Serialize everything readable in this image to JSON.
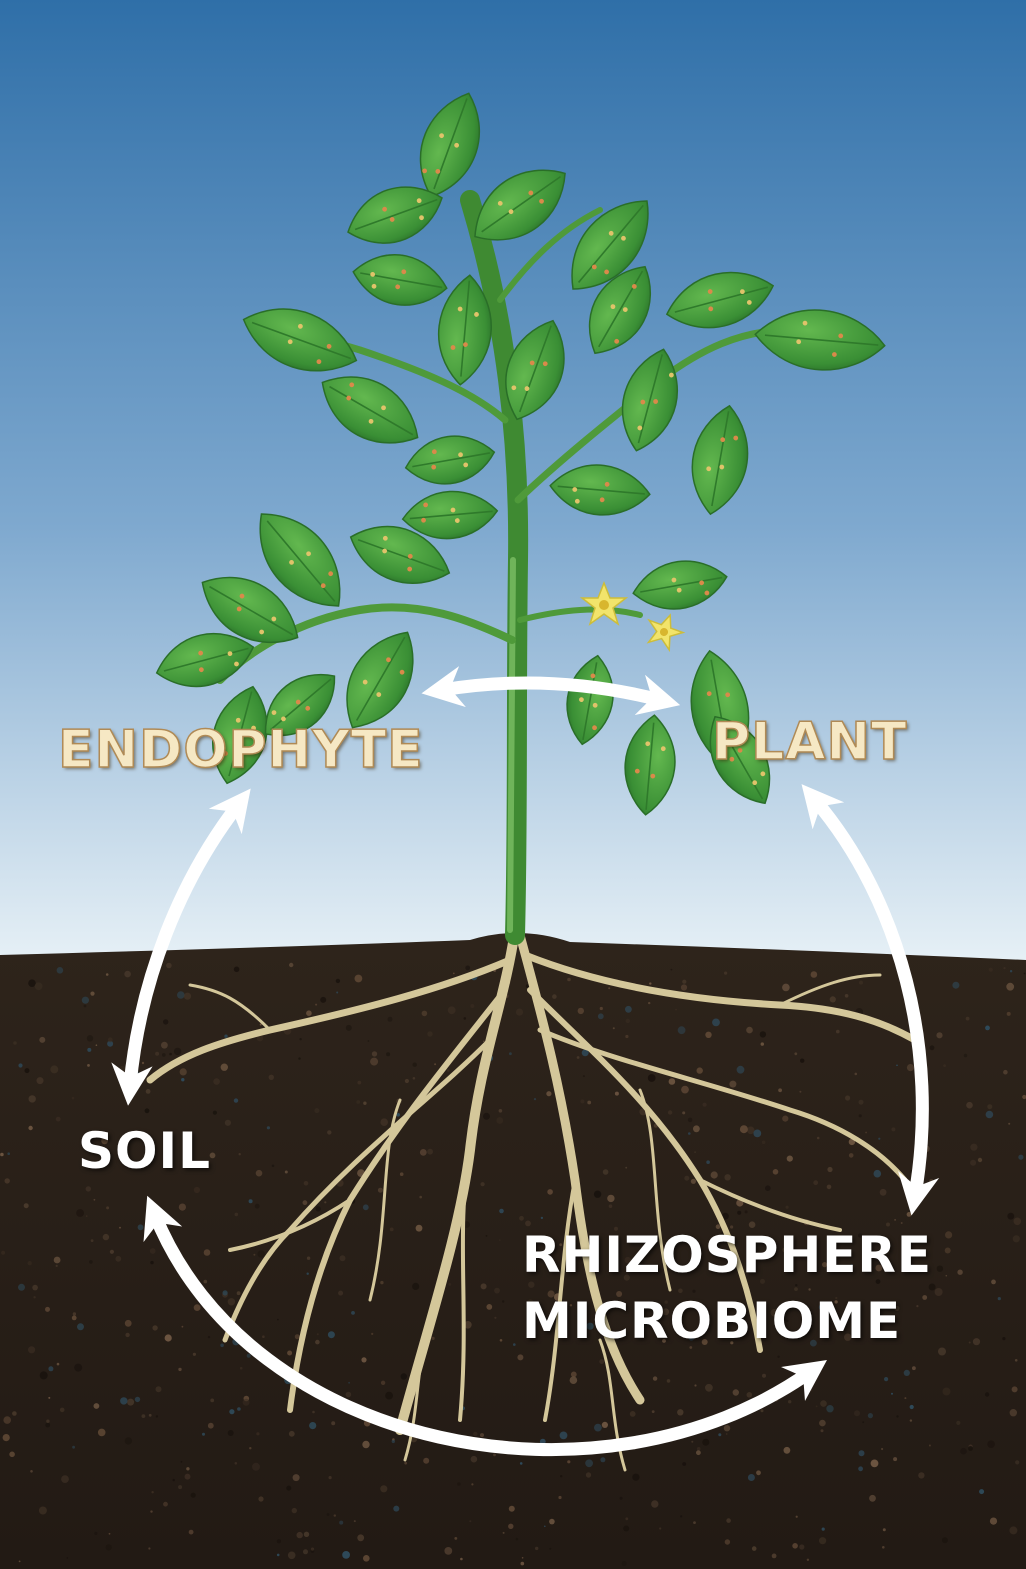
{
  "labels": {
    "endophyte": "ENDOPHYTE",
    "plant": "PLANT",
    "soil": "SOIL",
    "rhizosphere_line1": "RHIZOSPHERE",
    "rhizosphere_line2": "MICROBIOME"
  },
  "colors": {
    "sky_top": "#2f6fa8",
    "sky_bottom": "#e6f0f6",
    "soil": "#2b2119",
    "leaf": "#3f9a3a",
    "leaf_dark": "#2a6e28",
    "stem": "#4f9a3a",
    "root": "#d4c79a",
    "arrow": "#ffffff",
    "flower": "#f2e46b",
    "label_sky_text": "#f6e8c4"
  },
  "icons": [
    "plant-illustration",
    "flower-icon",
    "double-arrow-icon"
  ]
}
